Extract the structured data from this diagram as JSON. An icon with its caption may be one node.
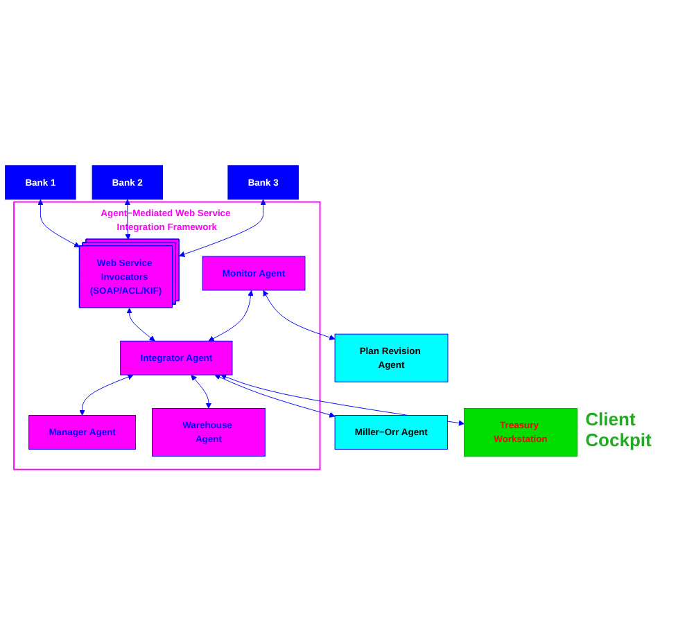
{
  "diagram": {
    "nodes": [
      {
        "text": [
          "Bank 1"
        ]
      },
      {
        "text": [
          "Bank 2"
        ]
      },
      {
        "text": [
          "Bank 3"
        ]
      },
      {
        "text": [
          "Agent−Mediated Web Service Integration Framework"
        ]
      },
      {
        "text": [
          "Web Service Invocators (SOAP/ACL/KIF)"
        ],
        "in": 3
      },
      {
        "text": [
          "Manager Agent"
        ],
        "in": 3
      },
      {
        "text": [
          "Monitor Agent"
        ],
        "in": 3
      },
      {
        "text": [
          "Integrator Agent"
        ],
        "in": 3
      },
      {
        "text": [
          "Warehouse Agent"
        ],
        "in": 3
      },
      {
        "text": [
          "Plan Revision Agent"
        ]
      },
      {
        "text": [
          "Miller−Orr Agent"
        ]
      },
      {
        "text": [
          "Treasury Workstation"
        ],
        "beside": [
          "Client Cockpit"
        ]
      }
    ],
    "edges": [
      {
        "from": 0,
        "to": 4,
        "arrow": "both"
      },
      {
        "from": 1,
        "to": 4,
        "arrow": "both"
      },
      {
        "from": 2,
        "to": 4,
        "arrow": "both"
      },
      {
        "from": 4,
        "to": 7,
        "arrow": "both"
      },
      {
        "from": 7,
        "to": 5,
        "arrow": "both"
      },
      {
        "from": 6,
        "to": 7,
        "arrow": "both"
      },
      {
        "from": 7,
        "to": 8,
        "arrow": "both"
      },
      {
        "from": 6,
        "to": 9,
        "arrow": "both"
      },
      {
        "from": 7,
        "to": 10,
        "arrow": "both"
      },
      {
        "from": 7,
        "to": 11,
        "arrow": "both"
      }
    ]
  }
}
